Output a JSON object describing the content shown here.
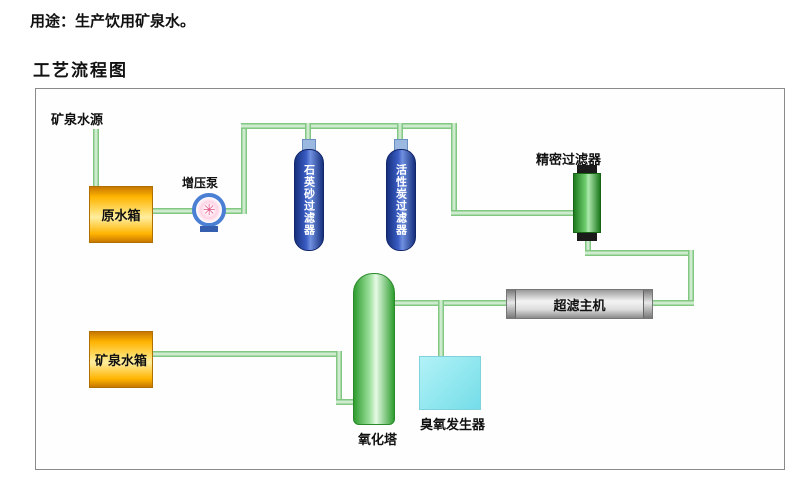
{
  "header": {
    "usage": "用途：生产饮用矿泉水。",
    "title": "工艺流程图"
  },
  "diagram": {
    "source_label": "矿泉水源",
    "raw_tank_label": "原水箱",
    "pump_label": "增压泵",
    "pump_icon": "✳",
    "quartz_filter_label": "石英砂过滤器",
    "carbon_filter_label": "活性炭过滤器",
    "precision_filter_label": "精密过滤器",
    "uf_label": "超滤主机",
    "mineral_tank_label": "矿泉水箱",
    "tower_label": "氧化塔",
    "ozone_label": "臭氧发生器",
    "colors": {
      "pipe_green": "#79c279",
      "tank_gold": "#ffb400",
      "filter_blue": "#2a4fae",
      "precision_green": "#2e9e2e",
      "tower_green": "#5cc75c",
      "ozone_cyan": "#8de9ef",
      "pump_blue": "#4a7fd4"
    }
  }
}
